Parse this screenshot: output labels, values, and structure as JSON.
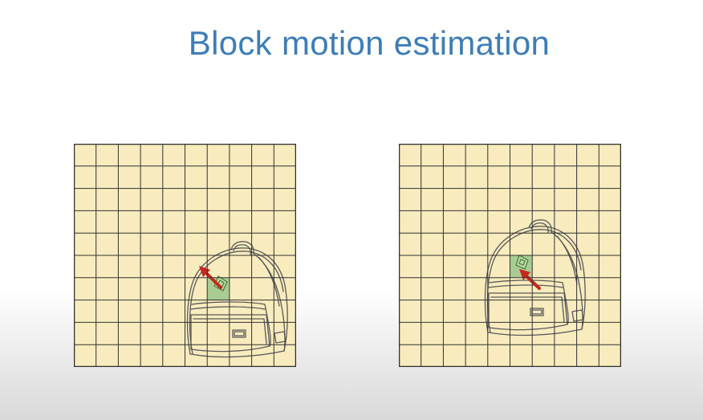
{
  "slide": {
    "title": "Block motion estimation"
  },
  "grid": {
    "columns": 10,
    "rows": 10,
    "fill_color": "#f8ebbd",
    "line_color": "#333333"
  },
  "frames": [
    {
      "name": "frame-1",
      "backpack_icon": "backpack-icon",
      "highlight_block": {
        "col": 6,
        "row": 6,
        "color": "#a9cc93"
      },
      "motion_arrow": {
        "color": "#c8261c",
        "direction": "up-left"
      }
    },
    {
      "name": "frame-2",
      "backpack_icon": "backpack-icon",
      "highlight_block": {
        "col": 5,
        "row": 5,
        "color": "#a9cc93"
      },
      "motion_arrow": {
        "color": "#c8261c",
        "direction": "up-left"
      }
    }
  ]
}
